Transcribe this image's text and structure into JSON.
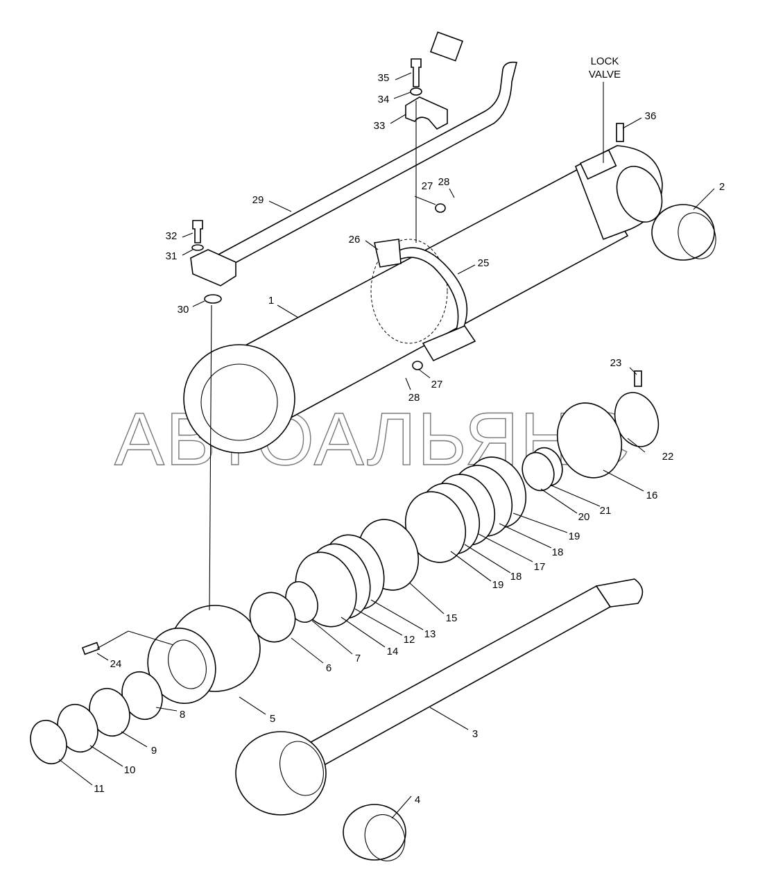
{
  "diagram": {
    "title_note": "LOCK VALVE",
    "lock_valve_lines": [
      "LOCK",
      "VALVE"
    ],
    "watermark": "АВТОАЛЬЯНС",
    "callouts": {
      "c1": "1",
      "c2": "2",
      "c3": "3",
      "c4": "4",
      "c5": "5",
      "c6": "6",
      "c7": "7",
      "c8": "8",
      "c9": "9",
      "c10": "10",
      "c11": "11",
      "c12": "12",
      "c13": "13",
      "c14": "14",
      "c15": "15",
      "c16": "16",
      "c17": "17",
      "c18a": "18",
      "c18b": "18",
      "c19a": "19",
      "c19b": "19",
      "c20": "20",
      "c21": "21",
      "c22": "22",
      "c23": "23",
      "c24": "24",
      "c25": "25",
      "c26": "26",
      "c27a": "27",
      "c27b": "27",
      "c28a": "28",
      "c28b": "28",
      "c29": "29",
      "c30": "30",
      "c31": "31",
      "c32": "32",
      "c33": "33",
      "c34": "34",
      "c35": "35",
      "c36": "36"
    }
  }
}
